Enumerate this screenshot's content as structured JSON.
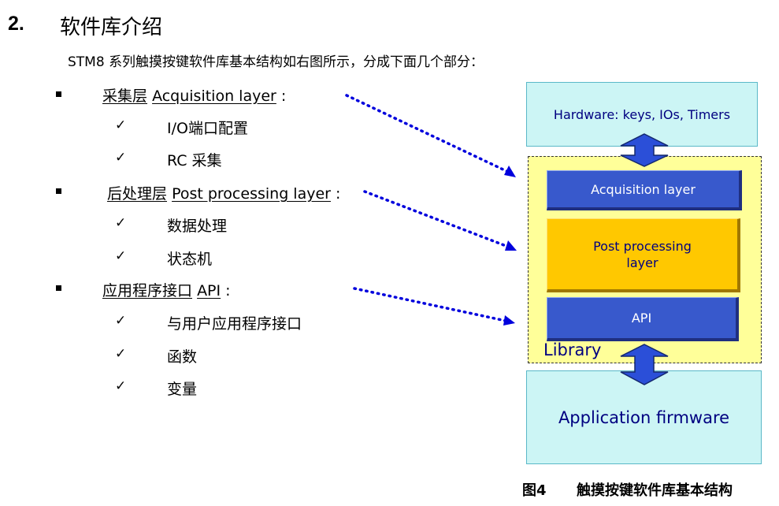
{
  "heading": {
    "number": "2.",
    "title": "软件库介绍"
  },
  "intro": "STM8 系列触摸按键软件库基本结构如右图所示，分成下面几个部分：",
  "items": [
    {
      "cn": "采集层",
      "en": "Acquisition layer",
      "suffix": " :",
      "subs": [
        "I/O端口配置",
        "RC 采集"
      ]
    },
    {
      "cn": "后处理层",
      "en": "Post processing layer",
      "suffix": " :",
      "subs": [
        "数据处理",
        "状态机"
      ]
    },
    {
      "cn": "应用程序接口",
      "en": "API",
      "suffix": " :",
      "subs": [
        "与用户应用程序接口",
        "函数",
        "变量"
      ]
    }
  ],
  "diagram": {
    "hardware": "Hardware: keys, IOs, Timers",
    "acquisition": "Acquisition layer",
    "post_processing": "Post processing layer",
    "api": "API",
    "library": "Library",
    "application": "Application firmware"
  },
  "caption": {
    "figure": "图4",
    "text": "触摸按键软件库基本结构"
  },
  "colors": {
    "layer_blue": "#3859cc",
    "post_yellow": "#ffc800",
    "library_bg": "#ffff99",
    "box_cyan": "#ccf5f5",
    "arrow_blue": "#2b4fd8"
  }
}
